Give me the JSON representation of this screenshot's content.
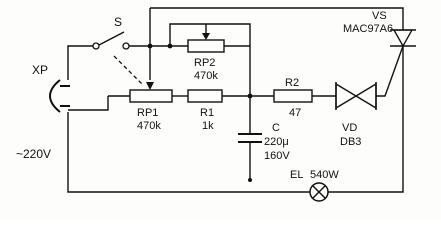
{
  "components": {
    "plug": {
      "ref": "XP",
      "rating": "~220V"
    },
    "switch": {
      "ref": "S"
    },
    "rp2": {
      "ref": "RP2",
      "value": "470k"
    },
    "rp1": {
      "ref": "RP1",
      "value": "470k"
    },
    "r1": {
      "ref": "R1",
      "value": "1k"
    },
    "r2": {
      "ref": "R2",
      "value": "47"
    },
    "capacitor": {
      "ref": "C",
      "value": "220μ",
      "voltage": "160V"
    },
    "diac": {
      "ref": "VD",
      "part": "DB3"
    },
    "triac": {
      "ref": "VS",
      "part": "MAC97A6"
    },
    "lamp": {
      "ref": "EL",
      "power": "540W"
    }
  }
}
